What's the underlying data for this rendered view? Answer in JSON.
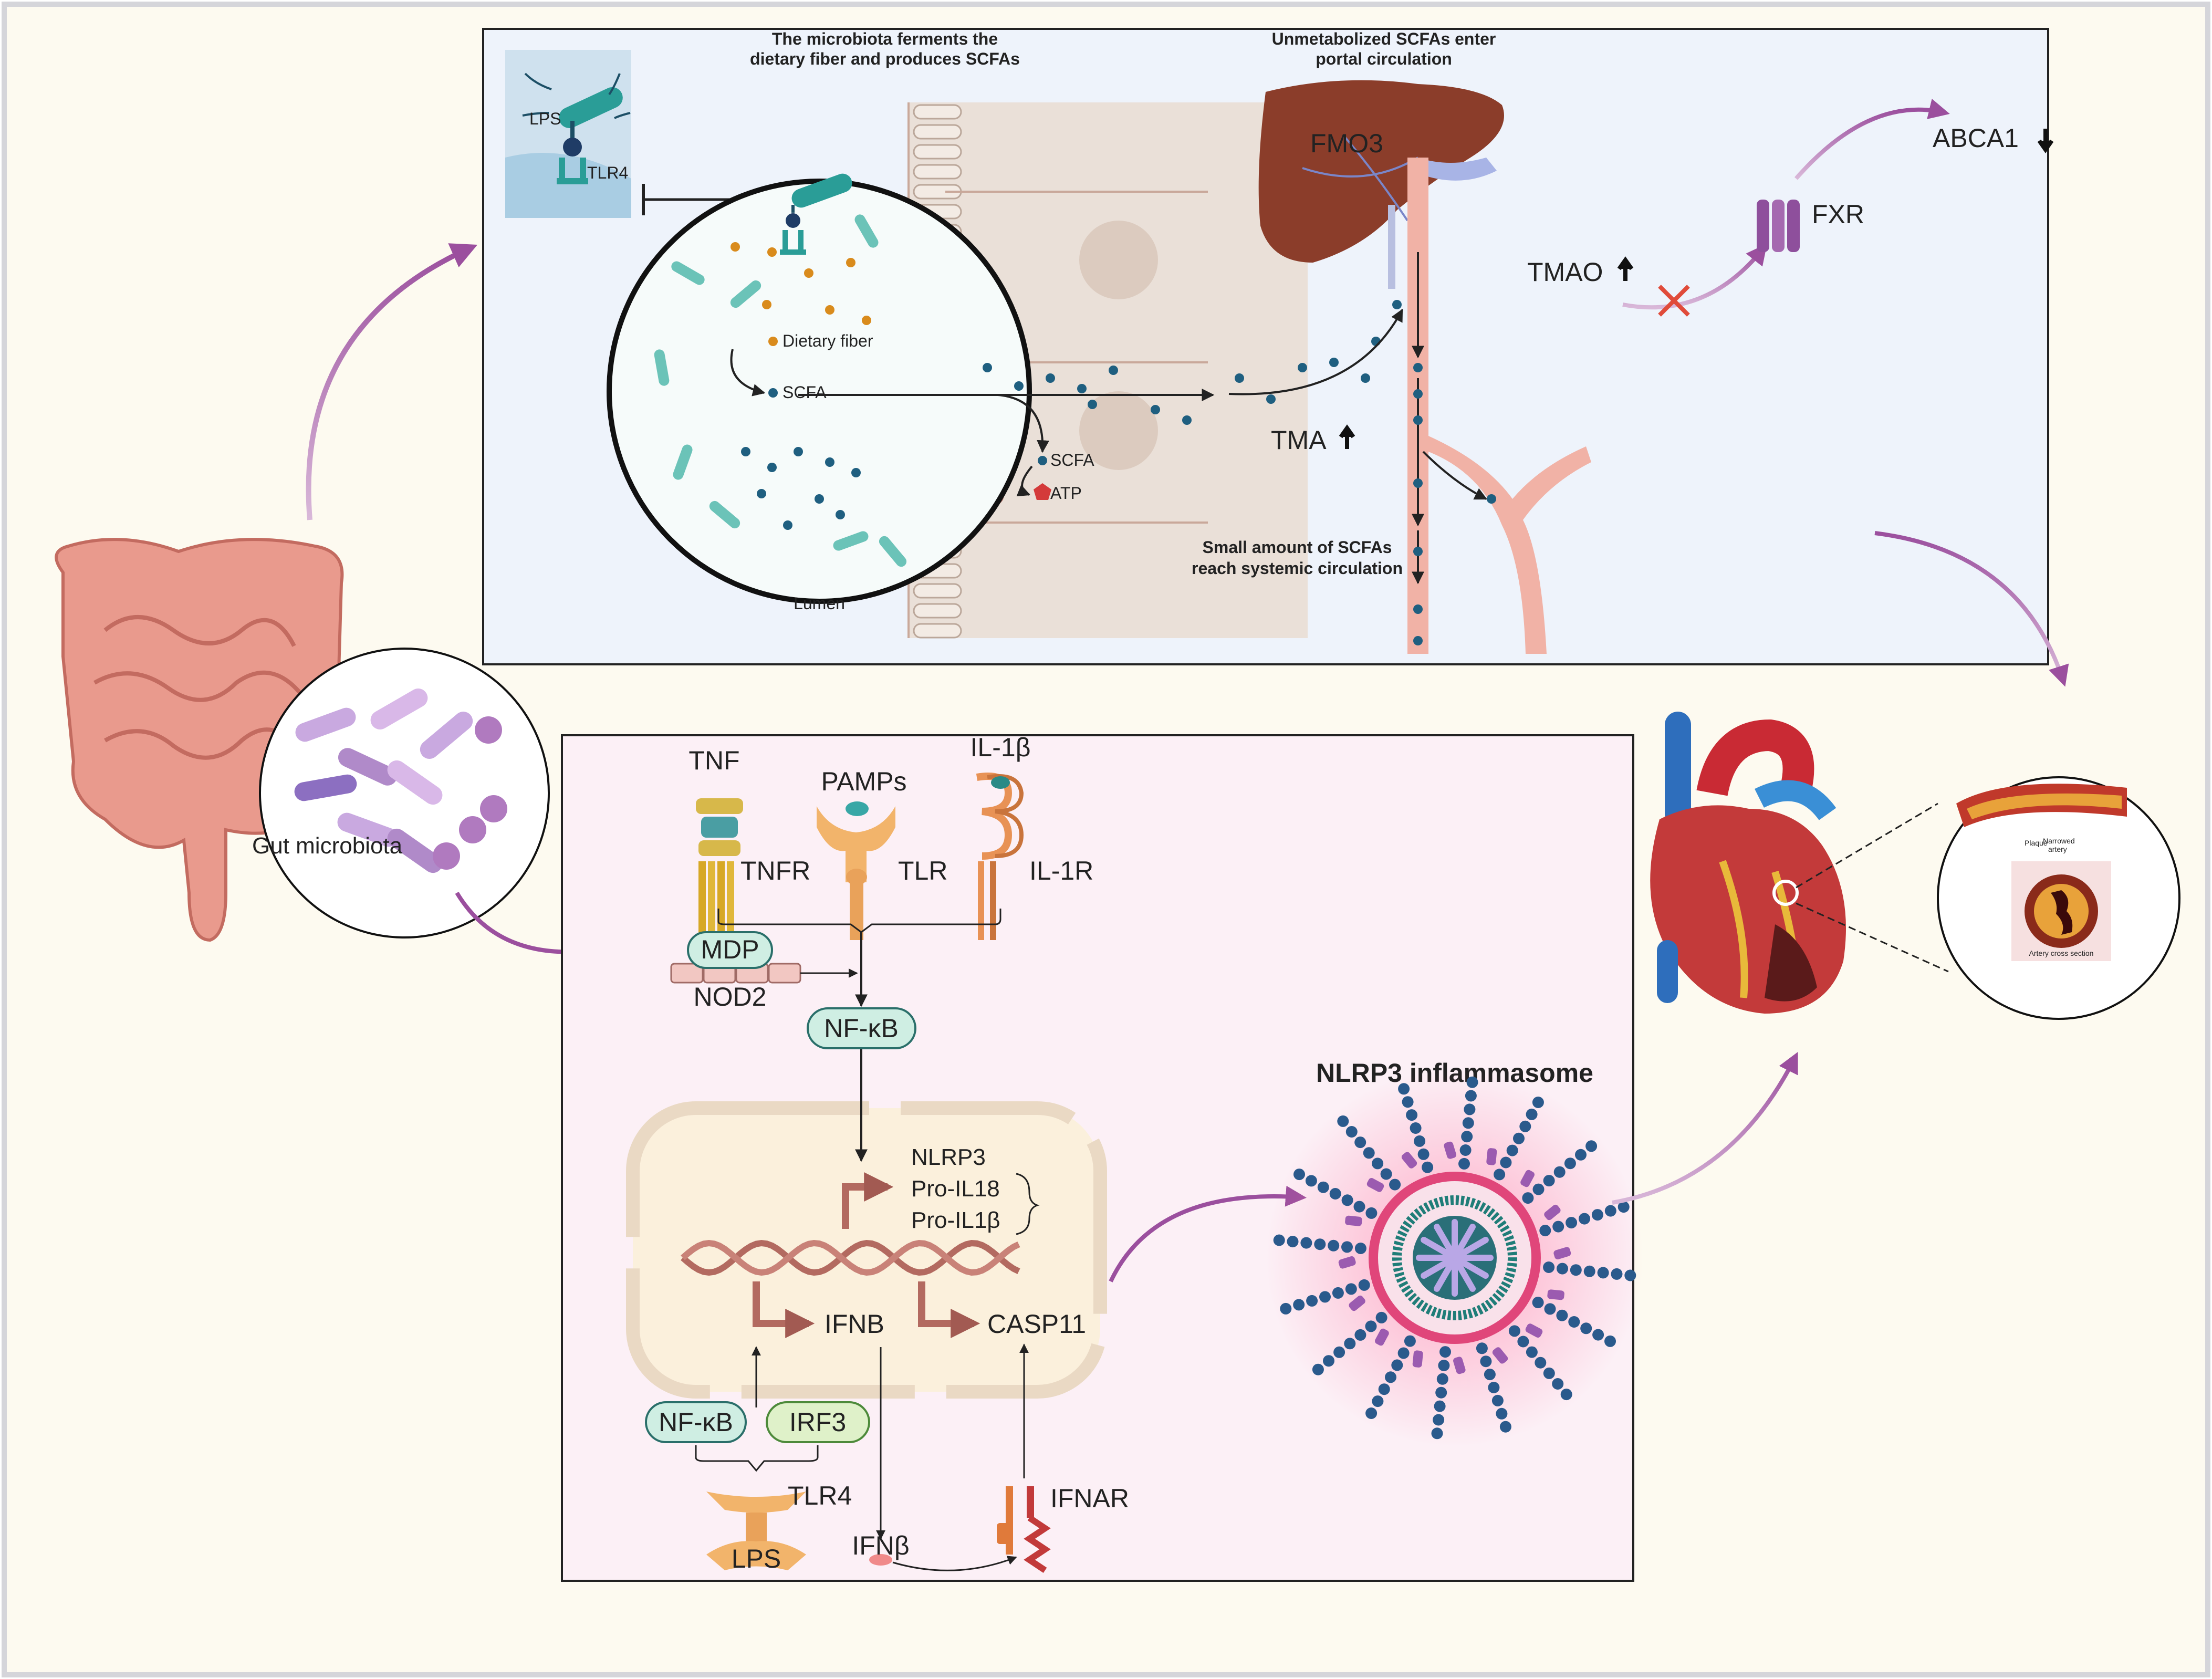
{
  "colors": {
    "page_bg": "#fdfaf0",
    "border": "#d5d5da",
    "top_panel_bg": "#eef3fb",
    "bottom_panel_bg": "#fcf0f6",
    "nucleus_bg": "#fbf0dc",
    "accent_purple": "#9b4f9e",
    "dot_teal": "#1f5f80",
    "bacteria_teal": "#6bc3b8",
    "liver": "#8b3d2a",
    "receptor_orange": "#e89255",
    "nlrp3_teal": "#1f7d78"
  },
  "top": {
    "title_ferment_1": "The microbiota ferments the",
    "title_ferment_2": "dietary fiber and produces SCFAs",
    "title_portal_1": "Unmetabolized SCFAs enter",
    "title_portal_2": "portal circulation",
    "lps": "LPS",
    "tlr4": "TLR4",
    "dietary_fiber": "Dietary fiber",
    "scfa": "SCFA",
    "scfa_cell": "SCFA",
    "atp": "ATP",
    "lumen": "Lumen",
    "fmo3": "FMO3",
    "tma": "TMA",
    "tmao": "TMAO",
    "fxr": "FXR",
    "abca1": "ABCA1",
    "systemic_1": "Small amount of SCFAs",
    "systemic_2": "reach systemic circulation"
  },
  "gut": {
    "microbiota": "Gut microbiota"
  },
  "bottom": {
    "tnf": "TNF",
    "tnfr": "TNFR",
    "pamps": "PAMPs",
    "tlr": "TLR",
    "il1b": "IL-1β",
    "il1r": "IL-1R",
    "mdp": "MDP",
    "nod2": "NOD2",
    "nfkb_top": "NF-κB",
    "nlrp3": "NLRP3",
    "pro_il18": "Pro-IL18",
    "pro_il1b": "Pro-IL1β",
    "ifnb_gene": "IFNB",
    "casp11": "CASP11",
    "nfkb_bottom": "NF-κB",
    "irf3": "IRF3",
    "tlr4": "TLR4",
    "lps": "LPS",
    "ifnb_protein": "IFNβ",
    "ifnar": "IFNAR",
    "inflammasome": "NLRP3 inflammasome"
  },
  "artery": {
    "plaque": "Plaque",
    "narrowed_1": "Narrowed",
    "narrowed_2": "artery",
    "cross_section": "Artery cross section"
  }
}
